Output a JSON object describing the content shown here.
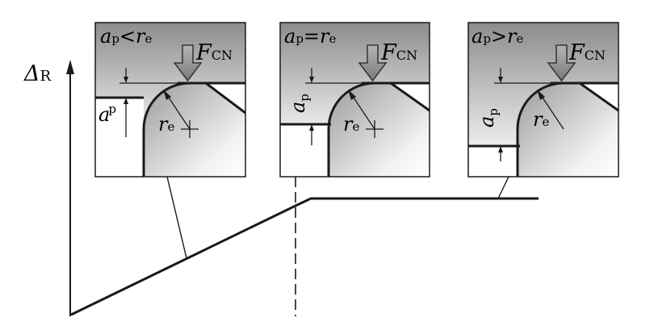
{
  "y_axis": {
    "symbol": "Δ",
    "subscript": "R"
  },
  "panels": [
    {
      "id": "less",
      "a": "a",
      "a_sub": "p",
      "relation": "<",
      "r": "r",
      "r_sub": "e",
      "force": "F",
      "force_sub": "CN",
      "depth_label": "a",
      "depth_sub": "p",
      "radius_label": "r",
      "radius_sub": "e"
    },
    {
      "id": "equal",
      "a": "a",
      "a_sub": "p",
      "relation": "=",
      "r": "r",
      "r_sub": "e",
      "force": "F",
      "force_sub": "CN",
      "depth_label": "a",
      "depth_sub": "p",
      "radius_label": "r",
      "radius_sub": "e"
    },
    {
      "id": "greater",
      "a": "a",
      "a_sub": "p",
      "relation": ">",
      "r": "r",
      "r_sub": "e",
      "force": "F",
      "force_sub": "CN",
      "depth_label": "a",
      "depth_sub": "p",
      "radius_label": "r",
      "radius_sub": "e"
    }
  ],
  "colors": {
    "line": "#1a1a1a",
    "shade_dark": "#8c8c8c",
    "shade_light": "#e6e6e6",
    "arrow_fill": "#9a9a9a"
  }
}
